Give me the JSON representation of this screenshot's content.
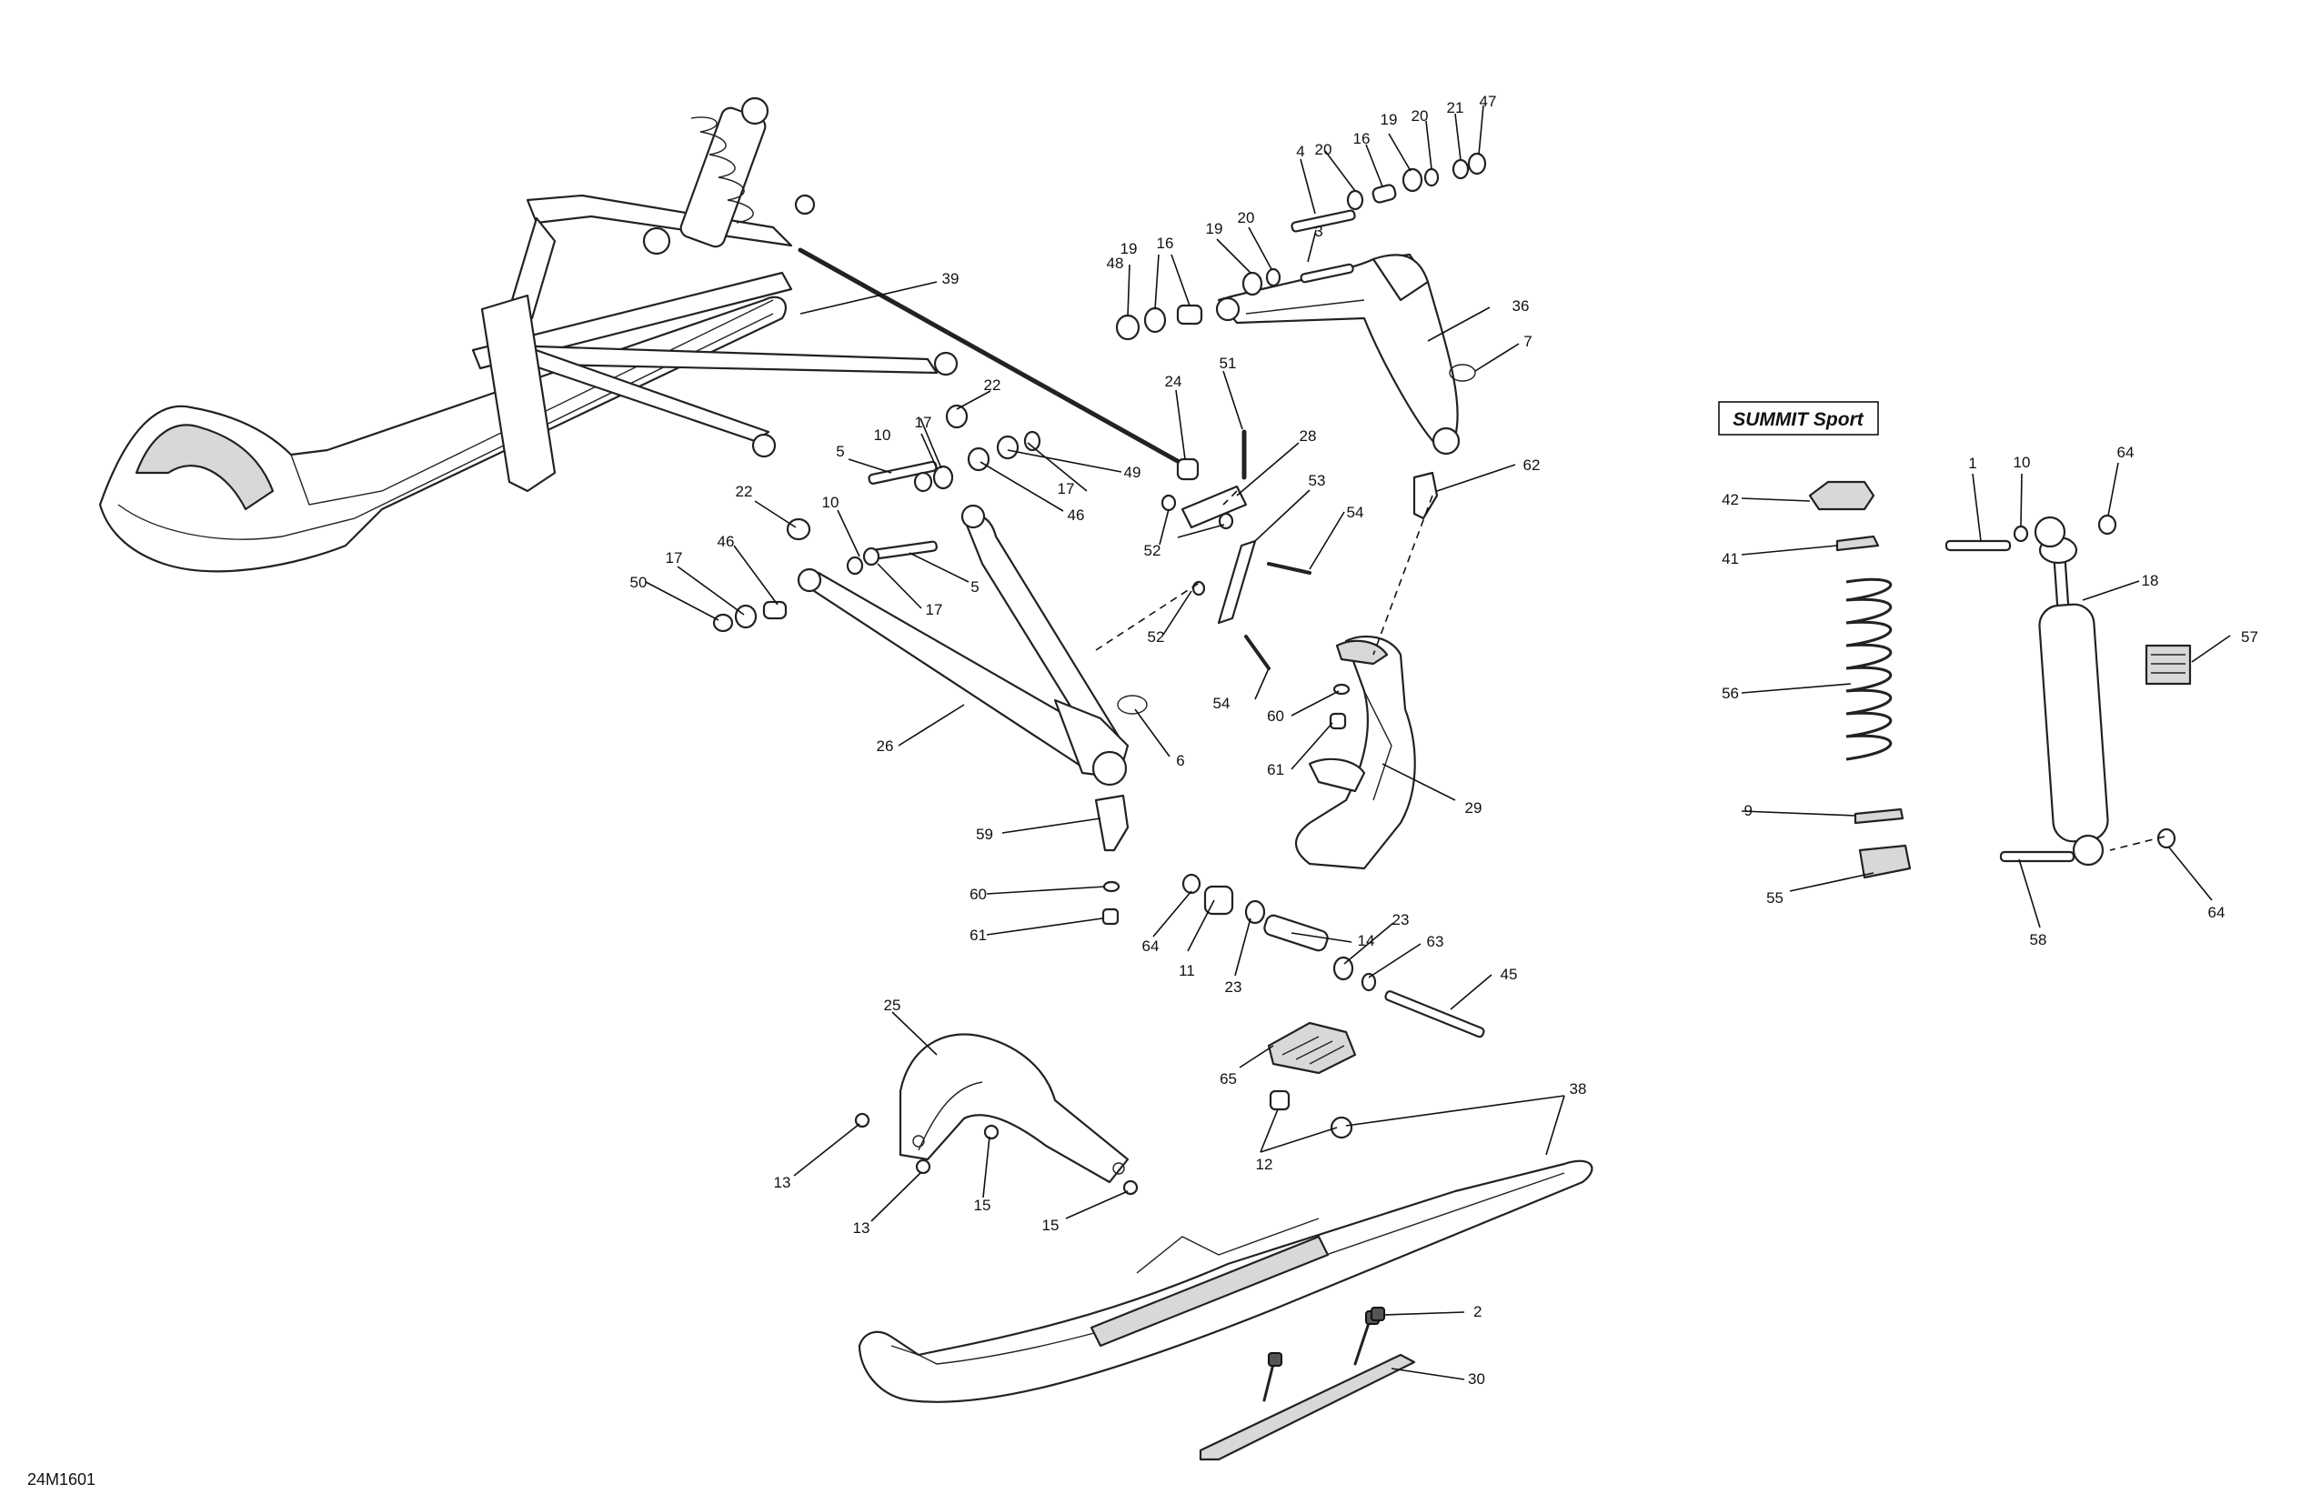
{
  "diagram_code": "24M1601",
  "model_box_label": "SUMMIT Sport",
  "callouts": [
    "1",
    "2",
    "3",
    "4",
    "5",
    "5",
    "6",
    "7",
    "9",
    "10",
    "10",
    "10",
    "11",
    "12",
    "13",
    "13",
    "14",
    "15",
    "15",
    "16",
    "16",
    "17",
    "17",
    "17",
    "17",
    "18",
    "19",
    "19",
    "19",
    "20",
    "20",
    "20",
    "21",
    "22",
    "22",
    "23",
    "23",
    "24",
    "25",
    "26",
    "28",
    "29",
    "30",
    "36",
    "38",
    "39",
    "41",
    "42",
    "45",
    "46",
    "46",
    "47",
    "48",
    "49",
    "50",
    "51",
    "52",
    "52",
    "53",
    "54",
    "54",
    "55",
    "56",
    "57",
    "58",
    "59",
    "60",
    "60",
    "61",
    "61",
    "62",
    "63",
    "64",
    "64",
    "64",
    "65"
  ]
}
